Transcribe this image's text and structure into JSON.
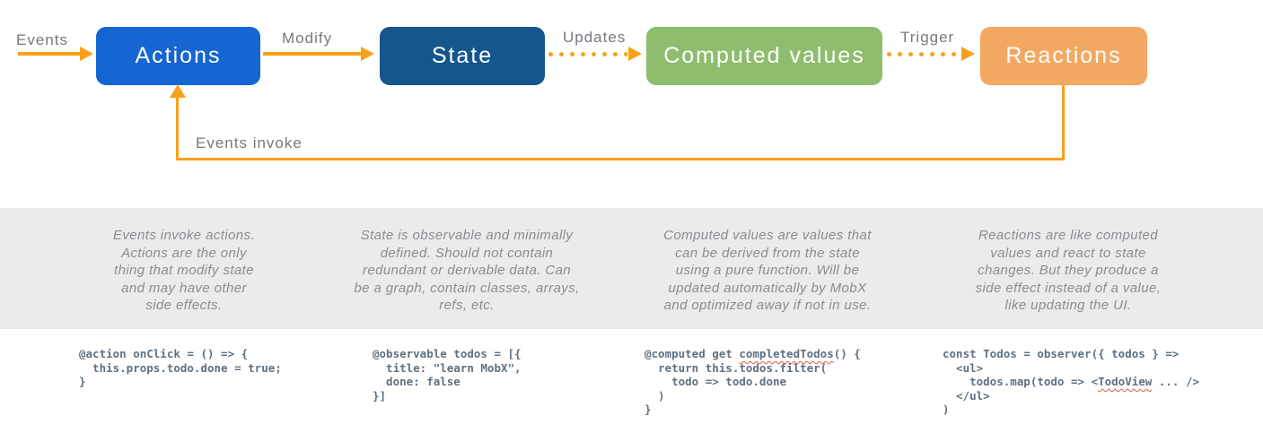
{
  "colors": {
    "arrow": "#f9a01b",
    "band_bg": "#ebebeb",
    "label_text": "#77777f",
    "paragraph_text": "#8b8b93",
    "code_text": "#5f7080",
    "squiggle": "#e4574b"
  },
  "diagram": {
    "edge_labels": {
      "events": "Events",
      "modify": "Modify",
      "updates": "Updates",
      "trigger": "Trigger",
      "feedback": "Events invoke"
    },
    "nodes": [
      {
        "id": "actions",
        "label": "Actions",
        "color": "#1565d2"
      },
      {
        "id": "state",
        "label": "State",
        "color": "#15568d"
      },
      {
        "id": "computed",
        "label": "Computed values",
        "color": "#8ebe6d"
      },
      {
        "id": "reactions",
        "label": "Reactions",
        "color": "#f3a862"
      }
    ]
  },
  "descriptions": [
    {
      "lines": [
        "Events invoke actions.",
        "Actions are the only",
        "thing that modify state",
        "and may have other",
        "side effects."
      ]
    },
    {
      "lines": [
        "State is observable and minimally",
        "defined. Should not contain",
        "redundant or derivable data. Can",
        "be a graph, contain classes, arrays,",
        "refs, etc."
      ]
    },
    {
      "lines": [
        "Computed values are values that",
        "can be derived from the state",
        "using a pure function. Will be",
        "updated automatically by MobX",
        "and optimized away if not in use."
      ]
    },
    {
      "lines": [
        "Reactions are like computed",
        "values and react to state",
        "changes. But they produce a",
        "side effect instead of a value,",
        "like updating the UI."
      ]
    }
  ],
  "code": {
    "squiggle_words": [
      "completedTodos",
      "TodoView"
    ],
    "blocks": [
      {
        "lines": [
          "@action onClick = () => {",
          "  this.props.todo.done = true;",
          "}"
        ]
      },
      {
        "lines": [
          "@observable todos = [{",
          "  title: \"learn MobX\",",
          "  done: false",
          "}]"
        ]
      },
      {
        "lines": [
          "@computed get completedTodos() {",
          "  return this.todos.filter(",
          "    todo => todo.done",
          "  )",
          "}"
        ]
      },
      {
        "lines": [
          "const Todos = observer({ todos } =>",
          "  <ul>",
          "    todos.map(todo => <TodoView ... />",
          "  </ul>",
          ")"
        ]
      }
    ]
  }
}
